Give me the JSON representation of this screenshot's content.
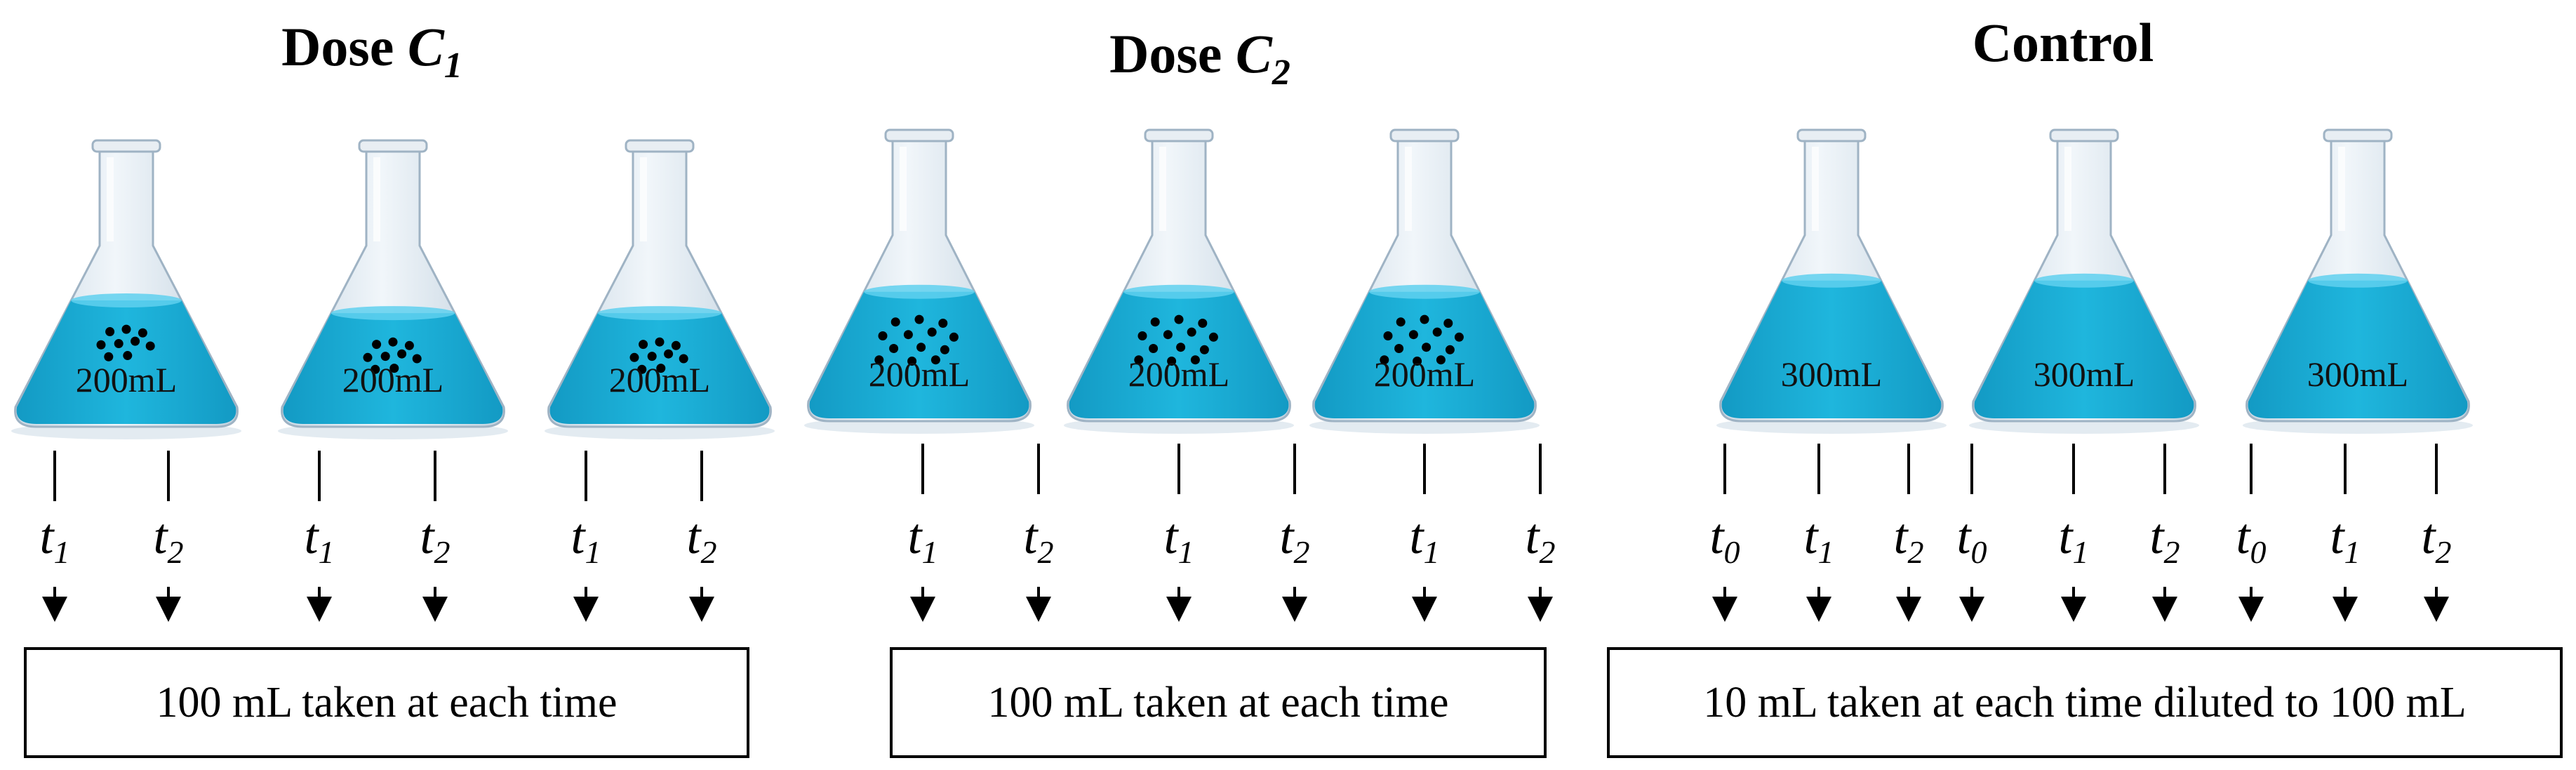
{
  "groups": [
    {
      "title_prefix": "Dose ",
      "title_var": "C",
      "title_sub": "1",
      "flasks": [
        {
          "volume": "200mL",
          "has_particles": true,
          "fill_level": 0.62
        },
        {
          "volume": "200mL",
          "has_particles": true,
          "fill_level": 0.55
        },
        {
          "volume": "200mL",
          "has_particles": true,
          "fill_level": 0.55
        }
      ],
      "time_labels": [
        [
          "1",
          "2"
        ],
        [
          "1",
          "2"
        ],
        [
          "1",
          "2"
        ]
      ],
      "note": "100 mL taken at each time"
    },
    {
      "title_prefix": "Dose ",
      "title_var": "C",
      "title_sub": "2",
      "flasks": [
        {
          "volume": "200mL",
          "has_particles": true,
          "fill_level": 0.62
        },
        {
          "volume": "200mL",
          "has_particles": true,
          "fill_level": 0.62
        },
        {
          "volume": "200mL",
          "has_particles": true,
          "fill_level": 0.62
        }
      ],
      "time_labels": [
        [
          "1",
          "2"
        ],
        [
          "1",
          "2"
        ],
        [
          "1",
          "2"
        ]
      ],
      "note": "100 mL taken at each time"
    },
    {
      "title_prefix": "Control",
      "title_var": "",
      "title_sub": "",
      "flasks": [
        {
          "volume": "300mL",
          "has_particles": false,
          "fill_level": 0.68
        },
        {
          "volume": "300mL",
          "has_particles": false,
          "fill_level": 0.68
        },
        {
          "volume": "300mL",
          "has_particles": false,
          "fill_level": 0.68
        }
      ],
      "time_labels": [
        [
          "0",
          "1",
          "2"
        ],
        [
          "0",
          "1",
          "2"
        ],
        [
          "0",
          "1",
          "2"
        ]
      ],
      "note": "10 mL taken at each time diluted to 100 mL"
    }
  ],
  "time_variable": "t",
  "colors": {
    "liquid": "#1fb6dd",
    "liquid_dark": "#139ac4",
    "glass": "#dbe6ef",
    "glass_edge": "#9fb3c4",
    "particle": "#000000"
  }
}
